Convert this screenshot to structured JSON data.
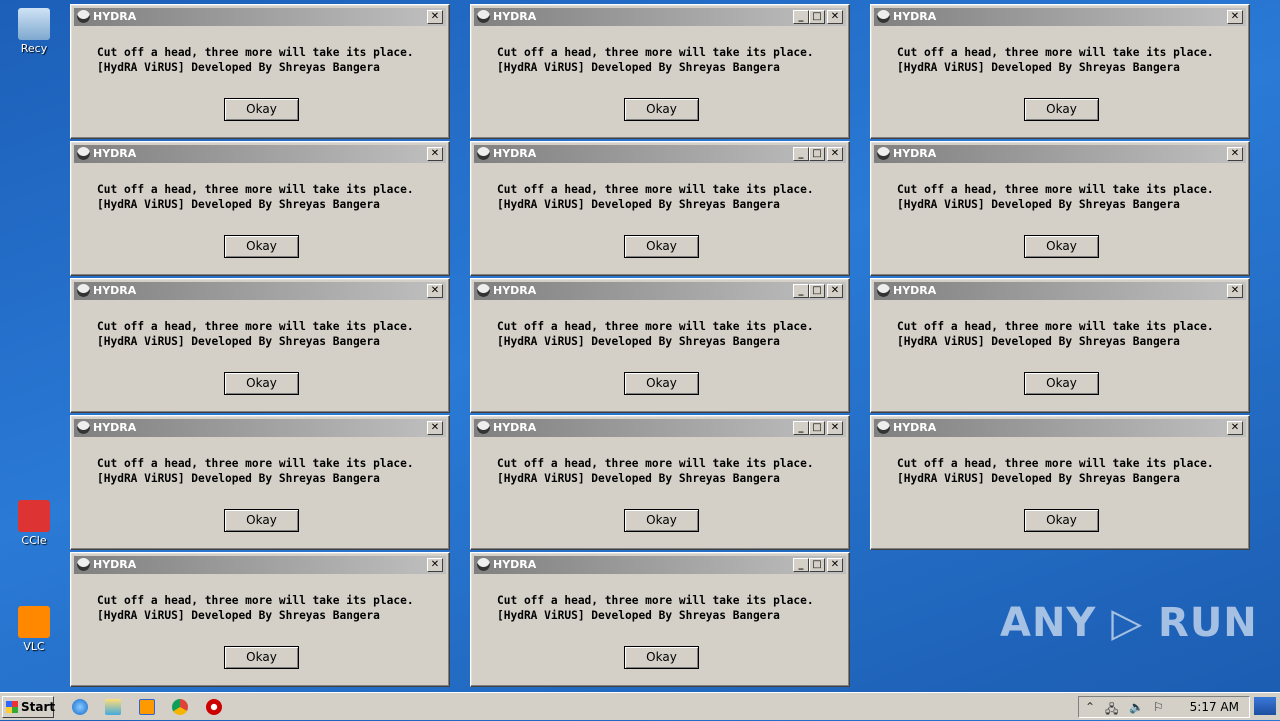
{
  "desktop": {
    "icons": [
      {
        "label": "Recy",
        "icon": "recycle-bin-icon"
      },
      {
        "label": "CCle",
        "icon": "ccleaner-icon"
      },
      {
        "label": "VLC",
        "icon": "vlc-icon"
      }
    ]
  },
  "dialog": {
    "title": "HYDRA",
    "line1": "Cut off a head, three more will take its place.",
    "line2": "[HydRA ViRUS] Developed By Shreyas Bangera",
    "button": "Okay",
    "minimize": "_",
    "maximize": "□",
    "close": "✕"
  },
  "taskbar": {
    "start_label": "Start",
    "quick_launch": [
      "internet-explorer-icon",
      "file-explorer-icon",
      "media-player-icon",
      "chrome-icon",
      "opera-icon"
    ],
    "tray_icons": [
      "show-hidden-icons",
      "network-warning-icon",
      "volume-icon",
      "action-center-flag-icon"
    ],
    "clock": "5:17 AM"
  },
  "watermark": "ANY RUN",
  "colors": {
    "desktop": "#1c5fb8",
    "window": "#d4d0c8",
    "titlebar_start": "#808080",
    "titlebar_end": "#c0c0c0"
  }
}
